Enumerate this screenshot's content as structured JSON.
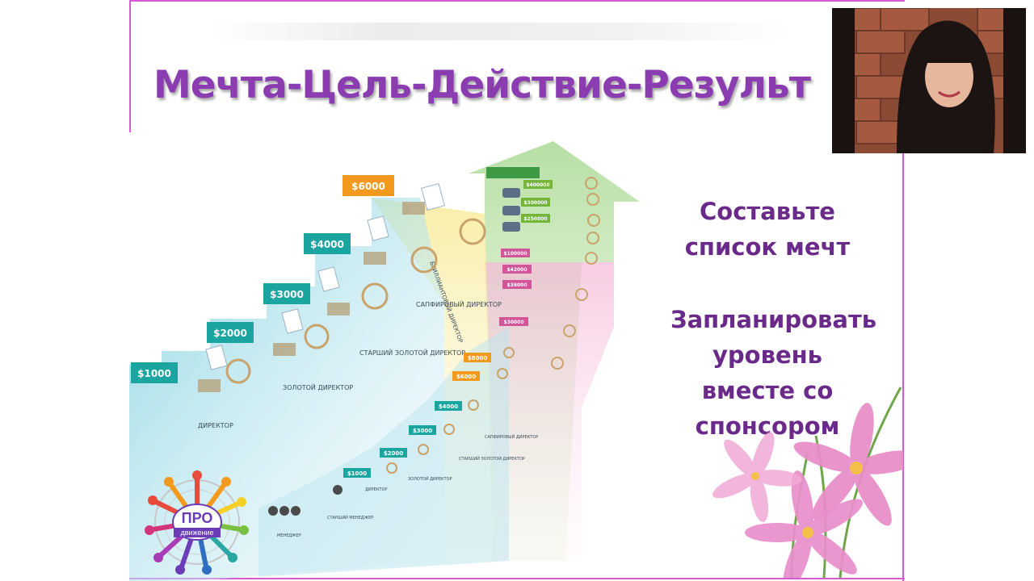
{
  "slide": {
    "title": "Мечта-Цель-Действие-Результ",
    "block1": [
      "Составьте",
      "список мечт"
    ],
    "block2": [
      "Запланировать",
      "уровень",
      "вместе со",
      "спонсором"
    ]
  },
  "staircase": {
    "big_steps": [
      {
        "price": "$1000",
        "rank": "ДИРЕКТОР"
      },
      {
        "price": "$2000",
        "rank": "ЗОЛОТОЙ ДИРЕКТОР"
      },
      {
        "price": "$3000",
        "rank": "СТАРШИЙ ЗОЛОТОЙ ДИРЕКТОР"
      },
      {
        "price": "$4000",
        "rank": "САПФИРОВЫЙ ДИРЕКТОР"
      },
      {
        "price": "$6000",
        "rank": "БРИЛЛИАНТОВЫЙ ДИРЕКТОР"
      }
    ],
    "small_steps": [
      {
        "price": "$1000",
        "rank": "ДИРЕКТОР"
      },
      {
        "price": "$2000",
        "rank": "ЗОЛОТОЙ ДИРЕКТОР"
      },
      {
        "price": "$3000",
        "rank": "СТАРШИЙ ЗОЛОТОЙ ДИРЕКТОР"
      },
      {
        "price": "$4000",
        "rank": "САПФИРОВЫЙ ДИРЕКТОР"
      },
      {
        "price": "$6000",
        "rank": ""
      },
      {
        "price": "$8000",
        "rank": ""
      }
    ],
    "lower_ranks": [
      "МЕНЕДЖЕР",
      "СТАРШИЙ МЕНЕДЖЕР"
    ],
    "upper_prices": [
      "$30000",
      "$36000",
      "$42000",
      "$100000",
      "$250000",
      "$300000",
      "$400000"
    ],
    "colors": {
      "step_teal": "#1aa5a0",
      "step_orange": "#f39a1e",
      "step_pink": "#d2559a",
      "step_green": "#74b63c",
      "arrow_green": "#a8d888",
      "title_purple": "#8a3cb0",
      "text_purple": "#6a2a8a",
      "frame_magenta": "#d65ad6"
    }
  },
  "logo": {
    "main": "ПРО",
    "sub": "движение"
  }
}
